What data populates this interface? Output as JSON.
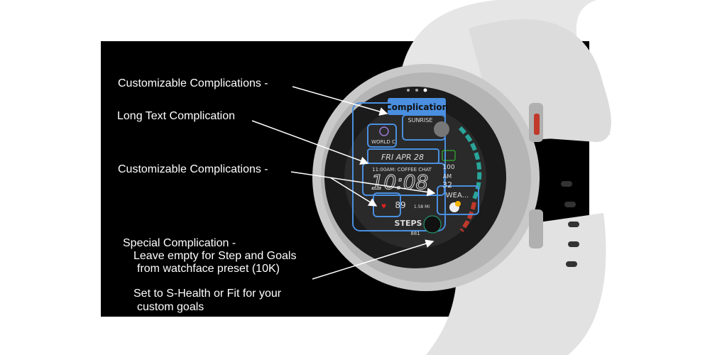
{
  "annotations": {
    "custom_1": "Customizable Complications -",
    "long_text": "Long Text Complication",
    "custom_2": "Customizable Complications -",
    "special_title": "Special Complication -",
    "special_line1": "Leave empty for Step and Goals",
    "special_line2": "from watchface preset (10K)",
    "special_line3": "Set to S-Health or Fit for your",
    "special_line4": "custom goals"
  },
  "watch_face": {
    "complication_badge": "Complication",
    "sunrise": "SUNRISE",
    "world_clock": "WORLD C",
    "date": "FRI APR 28",
    "event": "11:00AM: COFFEE CHAT",
    "time": "10:08",
    "ampm": "AM",
    "seconds": "32",
    "battery": "100",
    "weather": "WEA...",
    "heart_rate": "89",
    "distance": "1.58 MI",
    "steps_label": "STEPS",
    "steps_value": "881"
  },
  "colors": {
    "accent": "#4a8fe0",
    "background": "#000000",
    "band": "#e4e4e4"
  }
}
